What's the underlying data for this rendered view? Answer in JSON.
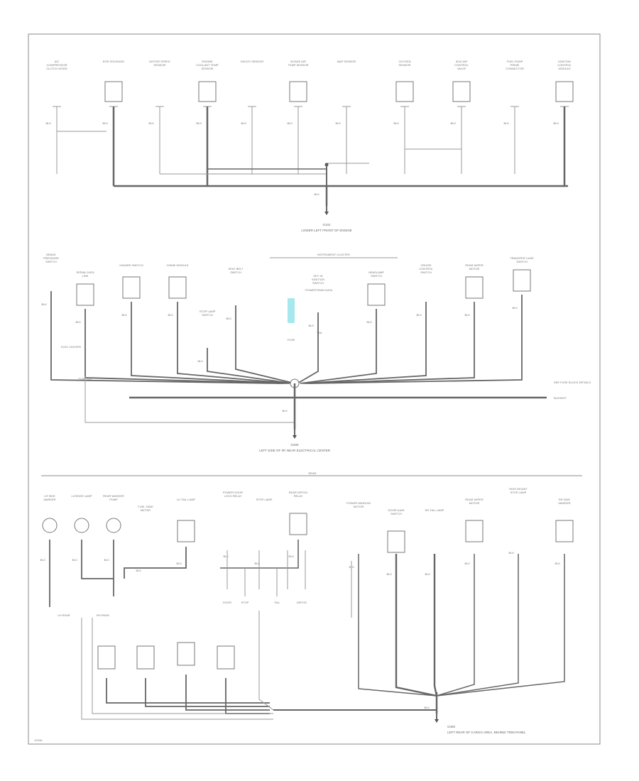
{
  "sections": [
    {
      "id": "engine",
      "ground": {
        "name": "G101",
        "caption": "LOWER LEFT FRONT OF ENGINE",
        "wire": "BLK"
      },
      "components": [
        {
          "label": "A/C COMPRESSOR CLUTCH DIODE",
          "wire": "BLK"
        },
        {
          "label": "EGR SOLENOID",
          "wire": "BLK"
        },
        {
          "label": "MOTOR SPEED SENSOR",
          "wire": "BLK"
        },
        {
          "label": "ENGINE COOLANT TEMP SENSOR",
          "wire": "BLK"
        },
        {
          "label": "KNOCK SENSOR",
          "wire": "BLK"
        },
        {
          "label": "INTAKE AIR TEMP SENSOR",
          "wire": "BLK"
        },
        {
          "label": "MAP SENSOR",
          "wire": "BLK"
        },
        {
          "label": "OXYGEN SENSOR",
          "wire": "BLK"
        },
        {
          "label": "IDLE AIR CONTROL VALVE",
          "wire": "BLK"
        },
        {
          "label": "FUEL PUMP PRIME CONNECTOR",
          "wire": "BLK"
        },
        {
          "label": "IGNITION CONTROL MODULE",
          "wire": "BLK"
        }
      ]
    },
    {
      "id": "dash",
      "ground": {
        "name": "G200",
        "caption": "LEFT SIDE OF I/P, NEAR ELECTRICAL CENTER",
        "wire": "BLK"
      },
      "cluster_label": "INSTRUMENT CLUSTER",
      "connector_label": "POWERTRAIN DATA",
      "note": "SEE FUSE BLOCK DETAILS",
      "wire_note": "BLK/WHT",
      "components": [
        {
          "label": "BRAKE PRESSURE SWITCH",
          "wire": "BLK"
        },
        {
          "label": "SERIAL DATA LINK",
          "wire": "BLK"
        },
        {
          "label": "HAZARD SWITCH",
          "wire": "BLK"
        },
        {
          "label": "CHIME MODULE",
          "wire": "BLK"
        },
        {
          "label": "STOP LAMP SWITCH",
          "wire": "BLK"
        },
        {
          "label": "SEAT BELT SWITCH",
          "wire": "BLK"
        },
        {
          "label": "KEY IN IGNITION SWITCH",
          "wire": "BLK"
        },
        {
          "label": "HEADLAMP SWITCH",
          "wire": "BLK"
        },
        {
          "label": "CRUISE CONTROL SWITCH",
          "wire": "BLK"
        },
        {
          "label": "REAR WIPER MOTOR",
          "wire": "BLK"
        },
        {
          "label": "TRANSFER CASE SWITCH",
          "wire": "BLK"
        }
      ],
      "tags": [
        "ELEC CENTER",
        "FUSE BLK",
        "TAIL",
        "FUSE"
      ]
    },
    {
      "id": "rear",
      "divider_label": "REAR",
      "ground": {
        "name": "G400",
        "caption": "LEFT REAR OF CARGO AREA, BEHIND TRIM PANEL",
        "wire": "BLK"
      },
      "components": [
        {
          "label": "LR SIDE MARKER",
          "wire": "BLK"
        },
        {
          "label": "LICENSE LAMP",
          "wire": "BLK"
        },
        {
          "label": "REAR WASHER PUMP",
          "wire": "BLK"
        },
        {
          "label": "FUEL TANK METER",
          "wire": "BLK"
        },
        {
          "label": "LH TAIL LAMP",
          "wire": "BLK"
        },
        {
          "label": "POWER DOOR LOCK RELAY",
          "wire": "BLK"
        },
        {
          "label": "STOP LAMP",
          "wire": "BLK"
        },
        {
          "label": "REAR DEFOG RELAY",
          "wire": "BLK"
        },
        {
          "label": "POWER WINDOW MOTOR",
          "wire": "BLK"
        },
        {
          "label": "DOOR AJAR SWITCH",
          "wire": "BLK"
        },
        {
          "label": "RH TAIL LAMP",
          "wire": "BLK"
        },
        {
          "label": "REAR WIPER MOTOR",
          "wire": "BLK"
        },
        {
          "label": "HIGH MOUNT STOP LAMP",
          "wire": "BLK"
        },
        {
          "label": "RR SIDE MARKER",
          "wire": "BLK"
        }
      ],
      "tags": [
        "LH REAR",
        "RH REAR",
        "DOOR",
        "STOP",
        "TAIL",
        "DEFOG"
      ]
    }
  ],
  "page_code": "1234A"
}
